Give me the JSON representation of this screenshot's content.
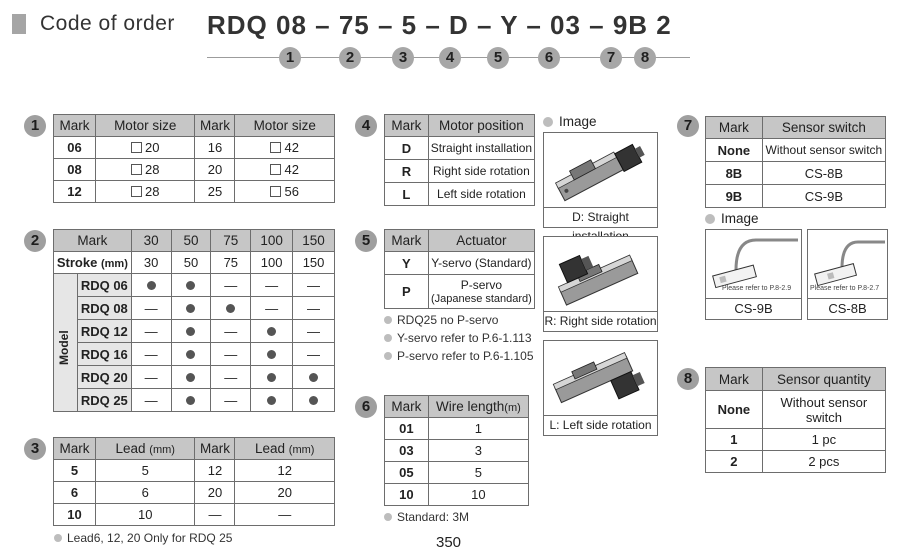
{
  "header": {
    "title": "Code of order",
    "code": "RDQ 08 – 75 – 5 – D – Y – 03 – 9B 2",
    "positions": [
      "1",
      "2",
      "3",
      "4",
      "5",
      "6",
      "7",
      "8"
    ]
  },
  "sections": {
    "s1": {
      "number": "1",
      "headers": [
        "Mark",
        "Motor size",
        "Mark",
        "Motor size"
      ],
      "rows": [
        [
          "06",
          "20",
          "16",
          "42"
        ],
        [
          "08",
          "28",
          "20",
          "42"
        ],
        [
          "12",
          "28",
          "25",
          "56"
        ]
      ]
    },
    "s2": {
      "number": "2",
      "header_mark": "Mark",
      "strokes": [
        "30",
        "50",
        "75",
        "100",
        "150"
      ],
      "stroke_label": "Stroke",
      "stroke_unit": "(mm)",
      "model_label": "Model",
      "dot_glyph": "●",
      "dash_glyph": "—",
      "models": [
        {
          "name": "RDQ 06",
          "avail": [
            "dot",
            "dot",
            "dash",
            "dash",
            "dash"
          ]
        },
        {
          "name": "RDQ 08",
          "avail": [
            "dash",
            "dot",
            "dot",
            "dash",
            "dash"
          ]
        },
        {
          "name": "RDQ 12",
          "avail": [
            "dash",
            "dot",
            "dash",
            "dot",
            "dash"
          ]
        },
        {
          "name": "RDQ 16",
          "avail": [
            "dash",
            "dot",
            "dash",
            "dot",
            "dash"
          ]
        },
        {
          "name": "RDQ 20",
          "avail": [
            "dash",
            "dot",
            "dash",
            "dot",
            "dot"
          ]
        },
        {
          "name": "RDQ 25",
          "avail": [
            "dash",
            "dot",
            "dash",
            "dot",
            "dot"
          ]
        }
      ]
    },
    "s3": {
      "number": "3",
      "h_mark": "Mark",
      "h_lead": "Lead",
      "h_unit": "(mm)",
      "rows": [
        [
          "5",
          "5",
          "12",
          "12"
        ],
        [
          "6",
          "6",
          "20",
          "20"
        ],
        [
          "10",
          "10",
          "—",
          "—"
        ]
      ],
      "note": "Lead6, 12, 20 Only for RDQ 25"
    },
    "s4": {
      "number": "4",
      "headers": [
        "Mark",
        "Motor position"
      ],
      "rows": [
        [
          "D",
          "Straight installation"
        ],
        [
          "R",
          "Right side rotation"
        ],
        [
          "L",
          "Left side rotation"
        ]
      ],
      "image_label": "Image",
      "images": [
        "D: Straight installation",
        "R: Right side rotation",
        "L: Left side rotation"
      ]
    },
    "s5": {
      "number": "5",
      "headers": [
        "Mark",
        "Actuator"
      ],
      "rows": [
        [
          "Y",
          "Y-servo (Standard)"
        ],
        [
          "P",
          "P-servo",
          "(Japanese standard)"
        ]
      ],
      "notes": [
        "RDQ25 no P-servo",
        "Y-servo refer to P.6-1.113",
        "P-servo refer to P.6-1.105"
      ]
    },
    "s6": {
      "number": "6",
      "h_mark": "Mark",
      "h_len": "Wire length",
      "h_unit": "(m)",
      "rows": [
        [
          "01",
          "1"
        ],
        [
          "03",
          "3"
        ],
        [
          "05",
          "5"
        ],
        [
          "10",
          "10"
        ]
      ],
      "note": "Standard: 3M"
    },
    "s7": {
      "number": "7",
      "headers": [
        "Mark",
        "Sensor switch"
      ],
      "rows": [
        [
          "None",
          "Without sensor switch"
        ],
        [
          "8B",
          "CS-8B"
        ],
        [
          "9B",
          "CS-9B"
        ]
      ],
      "image_label": "Image",
      "images": [
        {
          "ref": "Please refer to  P.8-2.9",
          "cap": "CS-9B"
        },
        {
          "ref": "Please refer to  P.8-2.7",
          "cap": "CS-8B"
        }
      ]
    },
    "s8": {
      "number": "8",
      "headers": [
        "Mark",
        "Sensor quantity"
      ],
      "rows": [
        [
          "None",
          "Without sensor",
          "switch"
        ],
        [
          "1",
          "1 pc"
        ],
        [
          "2",
          "2 pcs"
        ]
      ]
    }
  },
  "page_number": "350"
}
